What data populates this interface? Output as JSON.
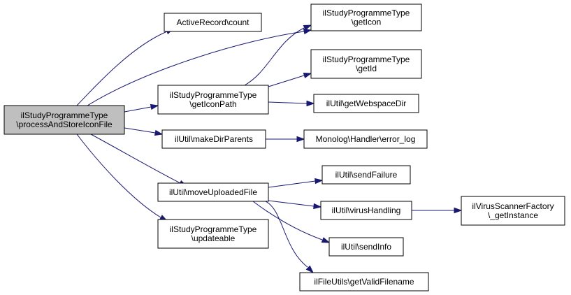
{
  "graph": {
    "edge_color": "#191970",
    "root_fill": "#bfbfbf",
    "node_fill": "#ffffff",
    "nodes": [
      {
        "id": "root",
        "lines": [
          "ilStudyProgrammeType",
          "\\processAndStoreIconFile"
        ]
      },
      {
        "id": "ar_count",
        "lines": [
          "ActiveRecord\\count"
        ]
      },
      {
        "id": "get_icon",
        "lines": [
          "ilStudyProgrammeType",
          "\\getIcon"
        ]
      },
      {
        "id": "get_id",
        "lines": [
          "ilStudyProgrammeType",
          "\\getId"
        ]
      },
      {
        "id": "get_icon_path",
        "lines": [
          "ilStudyProgrammeType",
          "\\getIconPath"
        ]
      },
      {
        "id": "get_webspace_dir",
        "lines": [
          "ilUtil\\getWebspaceDir"
        ]
      },
      {
        "id": "make_dir_parents",
        "lines": [
          "ilUtil\\makeDirParents"
        ]
      },
      {
        "id": "error_log",
        "lines": [
          "Monolog\\Handler\\error_log"
        ]
      },
      {
        "id": "send_failure",
        "lines": [
          "ilUtil\\sendFailure"
        ]
      },
      {
        "id": "move_uploaded_file",
        "lines": [
          "ilUtil\\moveUploadedFile"
        ]
      },
      {
        "id": "virus_handling",
        "lines": [
          "ilUtil\\virusHandling"
        ]
      },
      {
        "id": "get_instance",
        "lines": [
          "ilVirusScannerFactory",
          "\\_getInstance"
        ]
      },
      {
        "id": "updateable",
        "lines": [
          "ilStudyProgrammeType",
          "\\updateable"
        ]
      },
      {
        "id": "send_info",
        "lines": [
          "ilUtil\\sendInfo"
        ]
      },
      {
        "id": "get_valid_filename",
        "lines": [
          "ilFileUtils\\getValidFilename"
        ]
      }
    ],
    "edges": [
      {
        "from": "root",
        "to": "ar_count"
      },
      {
        "from": "root",
        "to": "get_icon"
      },
      {
        "from": "root",
        "to": "get_icon_path"
      },
      {
        "from": "root",
        "to": "make_dir_parents"
      },
      {
        "from": "root",
        "to": "move_uploaded_file"
      },
      {
        "from": "root",
        "to": "updateable"
      },
      {
        "from": "get_icon_path",
        "to": "get_icon"
      },
      {
        "from": "get_icon_path",
        "to": "get_id"
      },
      {
        "from": "get_icon_path",
        "to": "get_webspace_dir"
      },
      {
        "from": "make_dir_parents",
        "to": "error_log"
      },
      {
        "from": "move_uploaded_file",
        "to": "send_failure"
      },
      {
        "from": "move_uploaded_file",
        "to": "virus_handling"
      },
      {
        "from": "move_uploaded_file",
        "to": "send_info"
      },
      {
        "from": "move_uploaded_file",
        "to": "get_valid_filename"
      },
      {
        "from": "virus_handling",
        "to": "get_instance"
      }
    ]
  }
}
